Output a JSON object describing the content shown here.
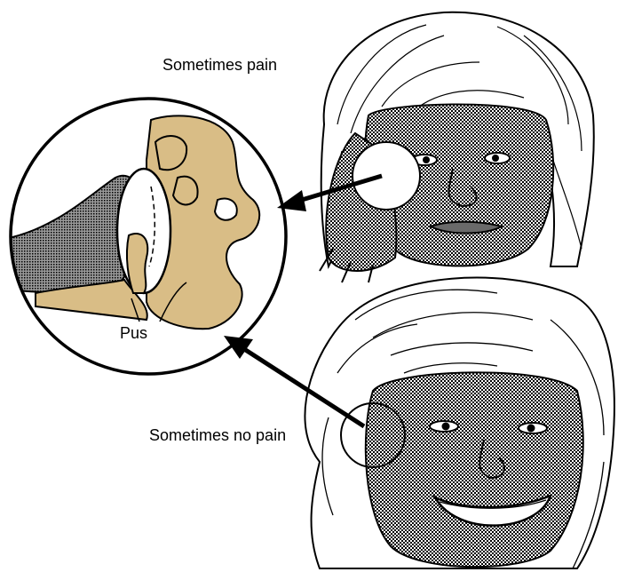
{
  "labels": {
    "sometimes_pain": "Sometimes pain",
    "sometimes_no_pain": "Sometimes no pain",
    "pus": "Pus"
  },
  "colors": {
    "background": "#ffffff",
    "ink": "#000000",
    "bone": "#d9bd86",
    "ear_canal": "#8a8a8a",
    "skin_stipple": "#9a9a9a",
    "eardrum": "#ffffff"
  },
  "icons": {
    "magnifier": "ear-cross-section-magnifier",
    "top_figure": "child-holding-ear-illustration",
    "bottom_figure": "smiling-child-illustration"
  }
}
